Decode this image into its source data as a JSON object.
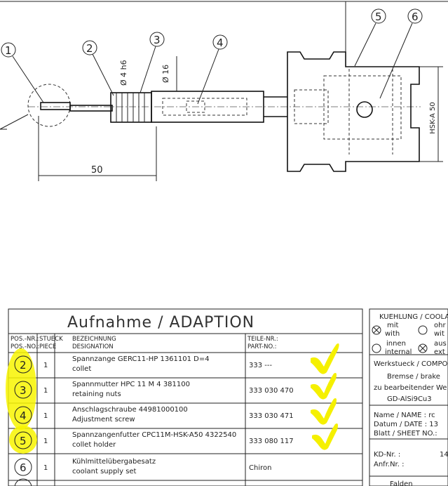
{
  "drawing": {
    "callouts": [
      "1",
      "2",
      "3",
      "4",
      "5",
      "6"
    ],
    "dims": {
      "dim_50_bottom": "50",
      "dim_dia4": "Ø 4 h6",
      "dim_dia16": "Ø 16",
      "dim_hsk": "HSK-A  50"
    }
  },
  "table": {
    "title": "Aufnahme / ADAPTION",
    "headers": {
      "pos": "POS.-NR.:\nPOS.-NO.:",
      "pos_line1": "POS.-NR.:",
      "pos_line2": "POS.-NO.:",
      "piece_line1": "STUECK",
      "piece_line2": "PIECE",
      "desc_line1": "BEZEICHNUNG",
      "desc_line2": "DESIGNATION",
      "part_line1": "TEILE-NR.:",
      "part_line2": "PART-NO.:"
    },
    "rows": [
      {
        "pos": "2",
        "piece": "1",
        "desc1": "Spannzange GERC11-HP   1361101 D=4",
        "desc2": "collet",
        "part": "333 ---",
        "checked": true
      },
      {
        "pos": "3",
        "piece": "1",
        "desc1": "Spannmutter HPC 11 M 4 381100",
        "desc2": "retaining nuts",
        "part": "333 030 470",
        "checked": true
      },
      {
        "pos": "4",
        "piece": "1",
        "desc1": "Anschlagschraube  44981000100",
        "desc2": "Adjustment screw",
        "part": "333 030 471",
        "checked": true
      },
      {
        "pos": "5",
        "piece": "1",
        "desc1": "Spannzangenfutter CPC11M-HSK-A50   4322540",
        "desc2": "collet holder",
        "part": "333 080 117",
        "checked": true
      },
      {
        "pos": "6",
        "piece": "1",
        "desc1": "Kühlmittelübergabesatz",
        "desc2": "coolant supply set",
        "part": "Chiron",
        "checked": false
      }
    ]
  },
  "side_panel": {
    "coolant_title": "KUEHLUNG / COOLA",
    "mit": "mit",
    "with": "with",
    "ohne": "ohr",
    "without": "wit",
    "innen": "innen",
    "internal": "internal",
    "aussen": "aus",
    "external": "ext",
    "workpiece_title": "Werkstueck / COMPO",
    "workpiece_name": "Bremse / brake",
    "workpiece_machining": "zu bearbeitender We",
    "workpiece_material": "GD-AlSi9Cu3",
    "name_label": "Name / NAME   :  rc",
    "date_label": "Datum / DATE   :  13",
    "sheet_label": "Blatt / SHEET NO.:",
    "kd_label": "KD-Nr.  :",
    "kd_value": "14",
    "anfr_label": "Anfr.Nr.  :",
    "footer": "Falden"
  }
}
